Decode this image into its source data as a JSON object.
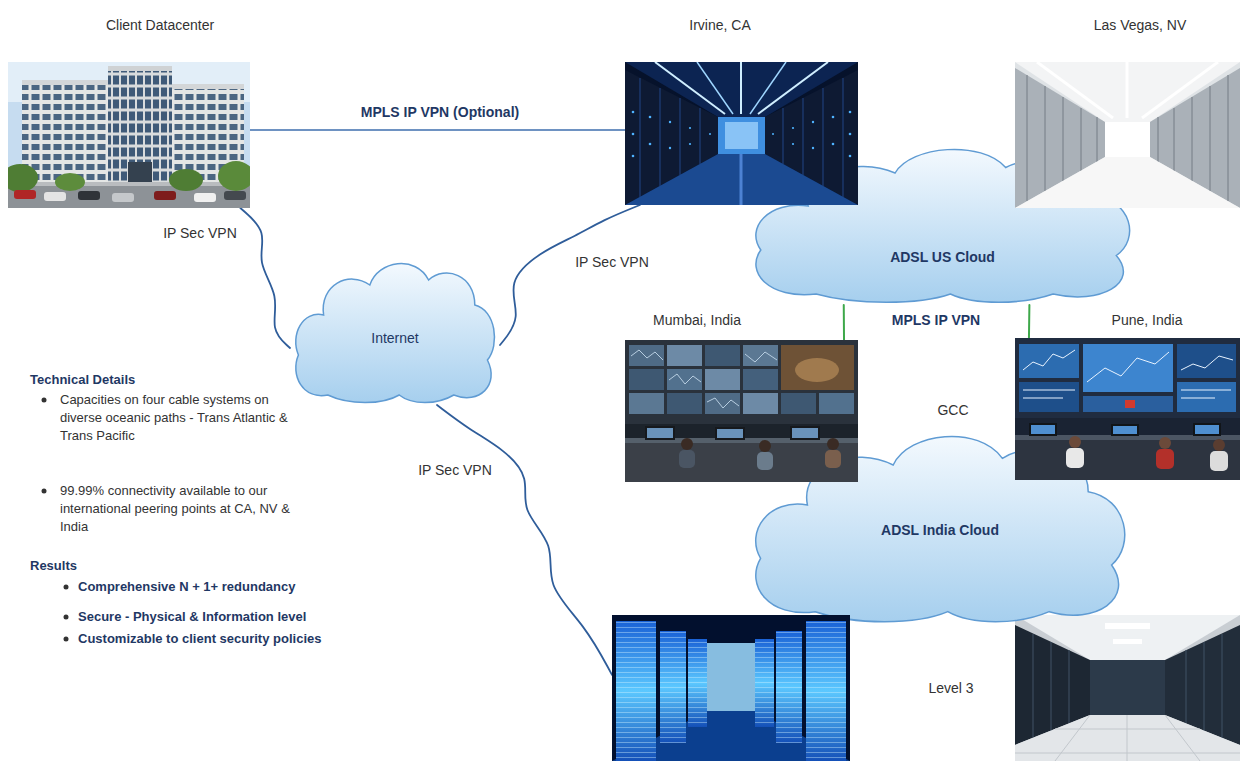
{
  "diagram": {
    "nodes": [
      {
        "text": [
          "Client Datacenter"
        ]
      },
      {
        "text": [
          "Irvine, CA"
        ]
      },
      {
        "text": [
          "Las Vegas, NV"
        ]
      },
      {
        "text": [
          "Internet"
        ]
      },
      {
        "text": [
          "ADSL US Cloud"
        ]
      },
      {
        "text": [
          "Mumbai, India"
        ]
      },
      {
        "text": [
          "Pune, India"
        ]
      },
      {
        "text": [
          "ADSL India Cloud"
        ]
      },
      {
        "text": []
      }
    ],
    "edges": [
      {
        "from": 0,
        "to": 1,
        "label": "MPLS IP VPN (Optional)",
        "arrow": "none"
      },
      {
        "from": 0,
        "to": 3,
        "label": "IP Sec VPN",
        "arrow": "none"
      },
      {
        "from": 3,
        "to": 1,
        "label": "IP Sec VPN",
        "arrow": "none"
      },
      {
        "from": 3,
        "to": 8,
        "label": "IP Sec VPN",
        "arrow": "none"
      },
      {
        "from": 4,
        "to": 5,
        "arrow": "none"
      },
      {
        "from": 4,
        "to": 6,
        "arrow": "none"
      }
    ],
    "labels": [
      "MPLS IP VPN",
      "GCC",
      "Level 3",
      "Technical Details",
      "Capacities on four cable systems on diverse oceanic paths - Trans Atlantic & Trans Pacific",
      "99.99% connectivity available to our international peering points at CA, NV & India",
      "Results",
      "Comprehensive N + 1+ redundancy",
      "Secure - Physical & Information level",
      "Customizable to client security policies"
    ]
  }
}
